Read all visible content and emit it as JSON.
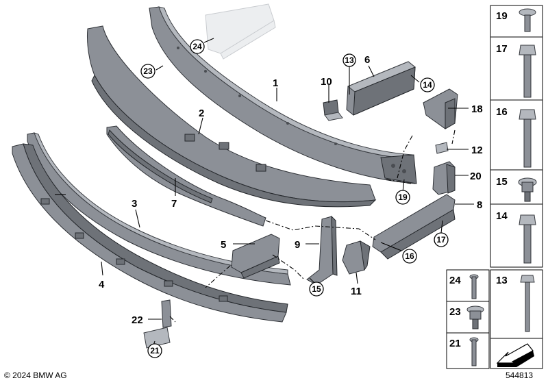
{
  "callouts": {
    "c1": "1",
    "c2": "2",
    "c3": "3",
    "c4": "4",
    "c5": "5",
    "c6": "6",
    "c7": "7",
    "c8": "8",
    "c9": "9",
    "c10": "10",
    "c11": "11",
    "c12": "12",
    "c18": "18",
    "c20": "20",
    "c22": "22"
  },
  "circle_callouts": {
    "c13": "13",
    "c14": "14",
    "c15": "15",
    "c16": "16",
    "c17": "17",
    "c19": "19",
    "c21": "21",
    "c23": "23",
    "c24": "24"
  },
  "fastener_panel": {
    "r19": "19",
    "r17": "17",
    "r16": "16",
    "r15": "15",
    "r14": "14",
    "r24": "24",
    "r13": "13",
    "r23": "23",
    "r21": "21"
  },
  "footer": {
    "copyright": "© 2024 BMW AG",
    "diagram_number": "544813"
  },
  "colors": {
    "part_fill": "#8c9097",
    "part_outline": "#2e3136",
    "ghost_part": "#eceef0"
  }
}
